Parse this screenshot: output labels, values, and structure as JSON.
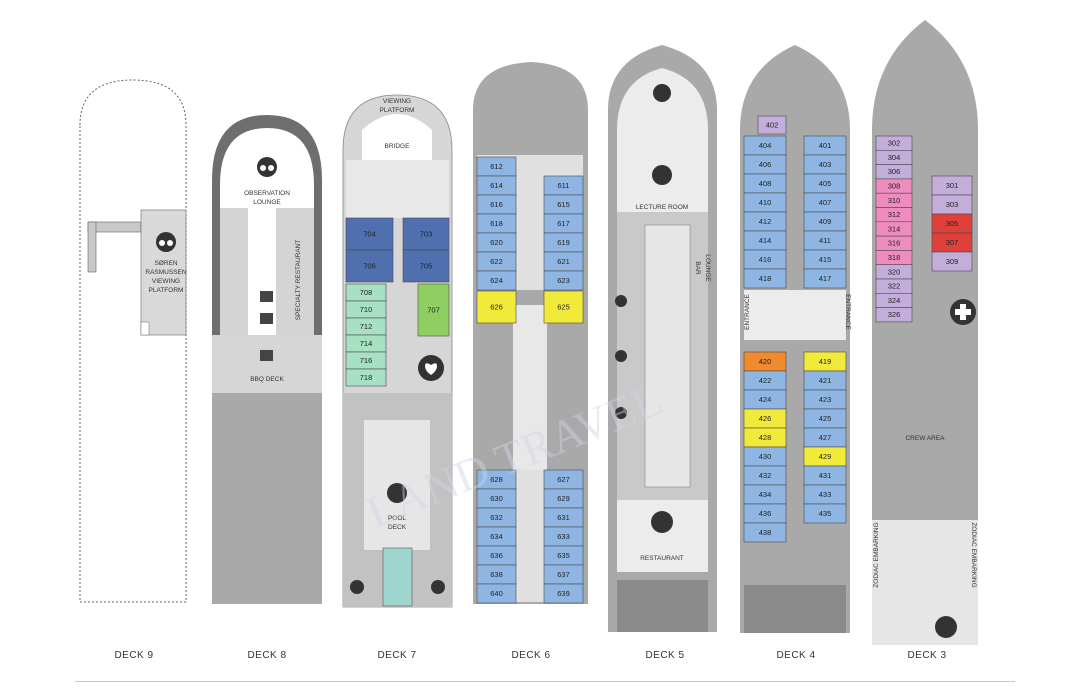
{
  "decks": [
    {
      "id": "deck9",
      "label": "DECK 9",
      "texts": {
        "platform": [
          "SØREN",
          "RASMUSSEN",
          "VIEWING",
          "PLATFORM"
        ]
      }
    },
    {
      "id": "deck8",
      "label": "DECK 8",
      "texts": {
        "lounge": [
          "OBSERVATION",
          "LOUNGE"
        ],
        "restaurant": "SPECIALTY RESTAURANT",
        "bbq": "BBQ DECK"
      }
    },
    {
      "id": "deck7",
      "label": "DECK 7",
      "texts": {
        "viewing": [
          "VIEWING",
          "PLATFORM"
        ],
        "bridge": "BRIDGE",
        "pool": [
          "POOL",
          "DECK"
        ]
      },
      "cabins": [
        "704",
        "703",
        "706",
        "705",
        "708",
        "710",
        "712",
        "714",
        "716",
        "718",
        "707"
      ]
    },
    {
      "id": "deck6",
      "label": "DECK 6",
      "cabins_left_top": [
        "612",
        "614",
        "616",
        "618",
        "620",
        "622",
        "624"
      ],
      "cabins_right_top": [
        "611",
        "615",
        "617",
        "619",
        "621",
        "623"
      ],
      "cabins_mid": [
        "626",
        "625"
      ],
      "cabins_left_bot": [
        "628",
        "630",
        "632",
        "634",
        "636",
        "638",
        "640"
      ],
      "cabins_right_bot": [
        "627",
        "629",
        "631",
        "633",
        "635",
        "637",
        "639"
      ]
    },
    {
      "id": "deck5",
      "label": "DECK 5",
      "texts": {
        "lecture": "LECTURE ROOM",
        "bar": [
          "BAR",
          "LOUNGE"
        ],
        "restaurant": "RESTAURANT"
      }
    },
    {
      "id": "deck4",
      "label": "DECK 4",
      "texts": {
        "entrance": "ENTRANCE"
      },
      "cabins_top": [
        "402"
      ],
      "cabins_left_top": [
        "404",
        "406",
        "408",
        "410",
        "412",
        "414",
        "416",
        "418"
      ],
      "cabins_right_top": [
        "401",
        "403",
        "405",
        "407",
        "409",
        "411",
        "415",
        "417"
      ],
      "cabins_left_bot": [
        "420",
        "422",
        "424",
        "426",
        "428",
        "430",
        "432",
        "434",
        "436",
        "438"
      ],
      "cabins_right_bot": [
        "419",
        "421",
        "423",
        "425",
        "427",
        "429",
        "431",
        "433",
        "435"
      ]
    },
    {
      "id": "deck3",
      "label": "DECK 3",
      "texts": {
        "crew": "CREW AREA",
        "zodiac": "ZODIAC EMBARKING"
      },
      "cabins_left": [
        "302",
        "304",
        "306",
        "308",
        "310",
        "312",
        "314",
        "316",
        "318",
        "320",
        "322",
        "324",
        "326"
      ],
      "cabins_right": [
        "301",
        "303",
        "305",
        "307",
        "309"
      ]
    }
  ],
  "colors": {
    "blue": "#8fb6e3",
    "navy": "#4f6fae",
    "mint": "#a8e0c4",
    "green": "#8fcf62",
    "yellow": "#f2ea3a",
    "orange": "#f08a2c",
    "pink": "#ee8cc0",
    "purple": "#c3addb",
    "red": "#e0403a",
    "teal": "#9fd6cf",
    "hull": "#a9a9a9",
    "hullLight": "#d6d6d6",
    "deckWhite": "#f2f2f2",
    "outline": "#555555"
  },
  "watermark": "LAND TRAVEL"
}
